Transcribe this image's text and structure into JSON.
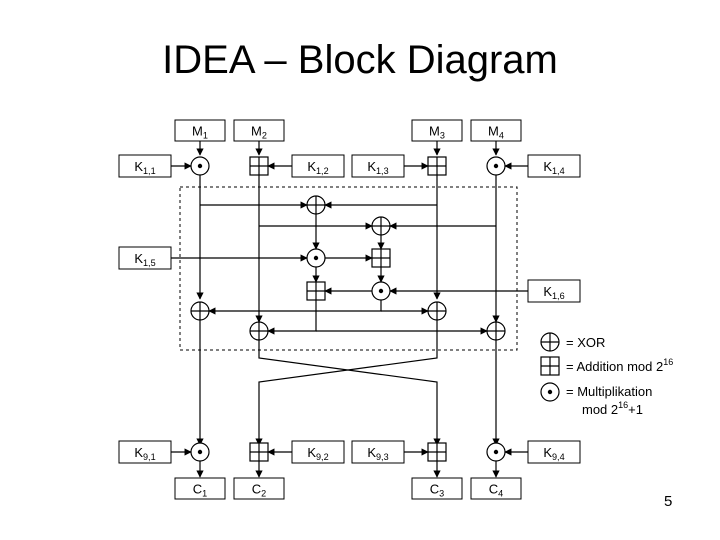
{
  "slide": {
    "title": "IDEA – Block Diagram",
    "page_number": "5"
  },
  "diagram": {
    "inputs": [
      {
        "base": "M",
        "sub": "1"
      },
      {
        "base": "M",
        "sub": "2"
      },
      {
        "base": "M",
        "sub": "3"
      },
      {
        "base": "M",
        "sub": "4"
      }
    ],
    "outputs": [
      {
        "base": "C",
        "sub": "1"
      },
      {
        "base": "C",
        "sub": "2"
      },
      {
        "base": "C",
        "sub": "3"
      },
      {
        "base": "C",
        "sub": "4"
      }
    ],
    "round_keys": [
      {
        "base": "K",
        "sub": "1,1"
      },
      {
        "base": "K",
        "sub": "1,2"
      },
      {
        "base": "K",
        "sub": "1,3"
      },
      {
        "base": "K",
        "sub": "1,4"
      }
    ],
    "mid_keys": [
      {
        "base": "K",
        "sub": "1,5"
      },
      {
        "base": "K",
        "sub": "1,6"
      }
    ],
    "final_keys": [
      {
        "base": "K",
        "sub": "9,1"
      },
      {
        "base": "K",
        "sub": "9,2"
      },
      {
        "base": "K",
        "sub": "9,3"
      },
      {
        "base": "K",
        "sub": "9,4"
      }
    ],
    "legend": {
      "xor": "= XOR",
      "add_prefix": "= Addition mod 2",
      "add_exp": "16",
      "mult_line1": "= Multiplikation",
      "mult_line2_prefix": "mod 2",
      "mult_line2_exp": "16",
      "mult_line2_suffix": "+1"
    }
  }
}
